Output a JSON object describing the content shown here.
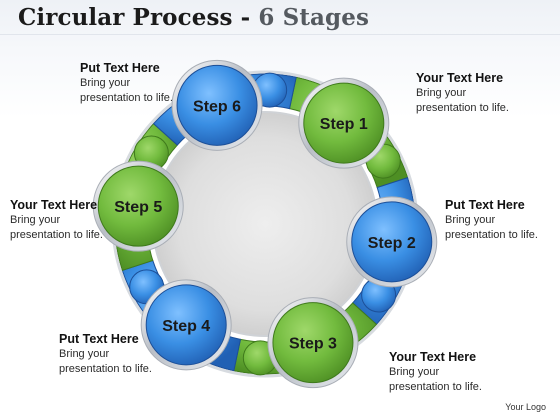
{
  "title": {
    "main": "Circular Process - ",
    "sub": "6 Stages"
  },
  "colors": {
    "green": "#6cb33f",
    "blue": "#3a8fe4",
    "ring_silver": "#c8ccd2",
    "center_gray": "#e6e6e6"
  },
  "steps": [
    {
      "label": "Step 1",
      "color": "green"
    },
    {
      "label": "Step 2",
      "color": "blue"
    },
    {
      "label": "Step 3",
      "color": "green"
    },
    {
      "label": "Step 4",
      "color": "blue"
    },
    {
      "label": "Step 5",
      "color": "green"
    },
    {
      "label": "Step 6",
      "color": "blue"
    }
  ],
  "callouts": [
    {
      "heading": "Put Text Here",
      "body": "Bring your\npresentation to life."
    },
    {
      "heading": "Your Text Here",
      "body": "Bring your\npresentation to life."
    },
    {
      "heading": "Your Text Here",
      "body": "Bring your\npresentation to life."
    },
    {
      "heading": "Put Text Here",
      "body": "Bring your\npresentation to life."
    },
    {
      "heading": "Put Text Here",
      "body": "Bring your\npresentation to life."
    },
    {
      "heading": "Your Text Here",
      "body": "Bring your\npresentation to life."
    }
  ],
  "logo": "Your Logo"
}
